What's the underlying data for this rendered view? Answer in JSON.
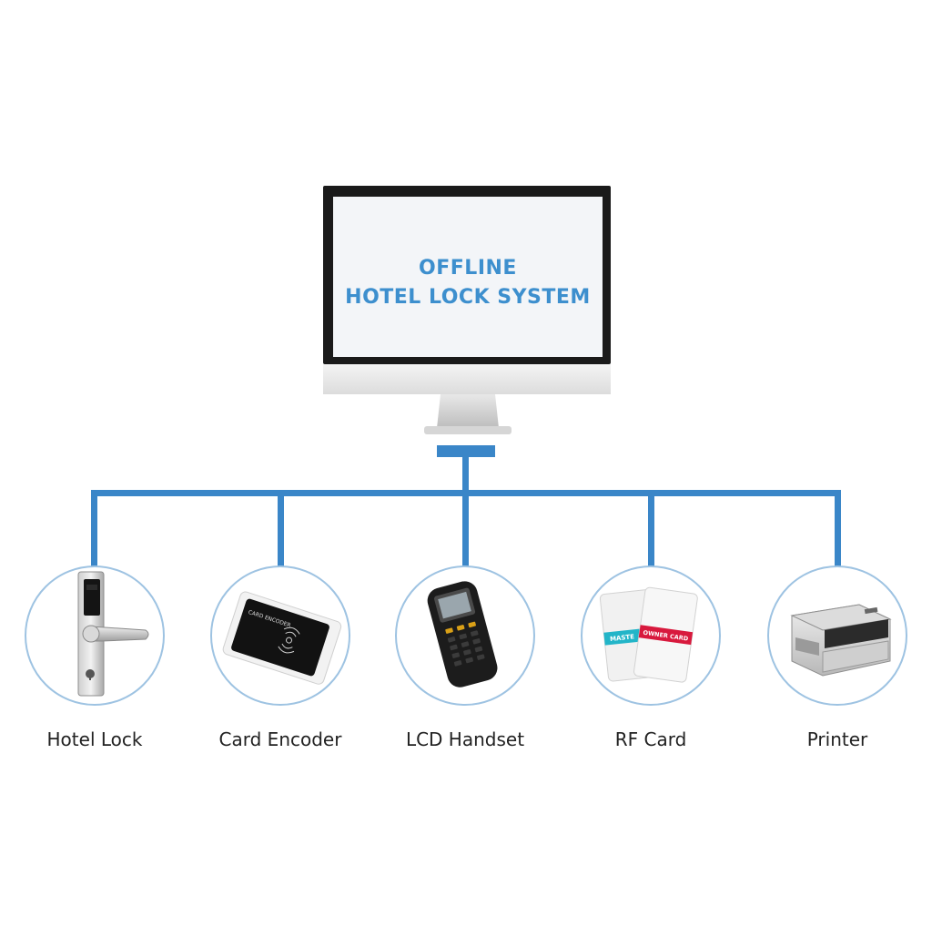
{
  "monitor": {
    "line1": "OFFLINE",
    "line2": "HOTEL LOCK SYSTEM"
  },
  "devices": [
    {
      "label": "Hotel Lock",
      "icon": "hotel-lock-icon"
    },
    {
      "label": "Card Encoder",
      "icon": "card-encoder-icon"
    },
    {
      "label": "LCD Handset",
      "icon": "lcd-handset-icon"
    },
    {
      "label": "RF Card",
      "icon": "rf-card-icon"
    },
    {
      "label": "Printer",
      "icon": "printer-icon"
    }
  ],
  "card_text": {
    "master": "MASTE",
    "owner": "OWNER CARD"
  },
  "encoder_text": "CARD ENCODER",
  "colors": {
    "accent": "#3d8fce",
    "connector": "#3a86c8",
    "circle_border": "#9ec3e2",
    "screen_bg": "#f3f5f8",
    "bezel": "#1a1a1a",
    "master_band": "#23b5c8",
    "owner_band": "#d8193d"
  }
}
